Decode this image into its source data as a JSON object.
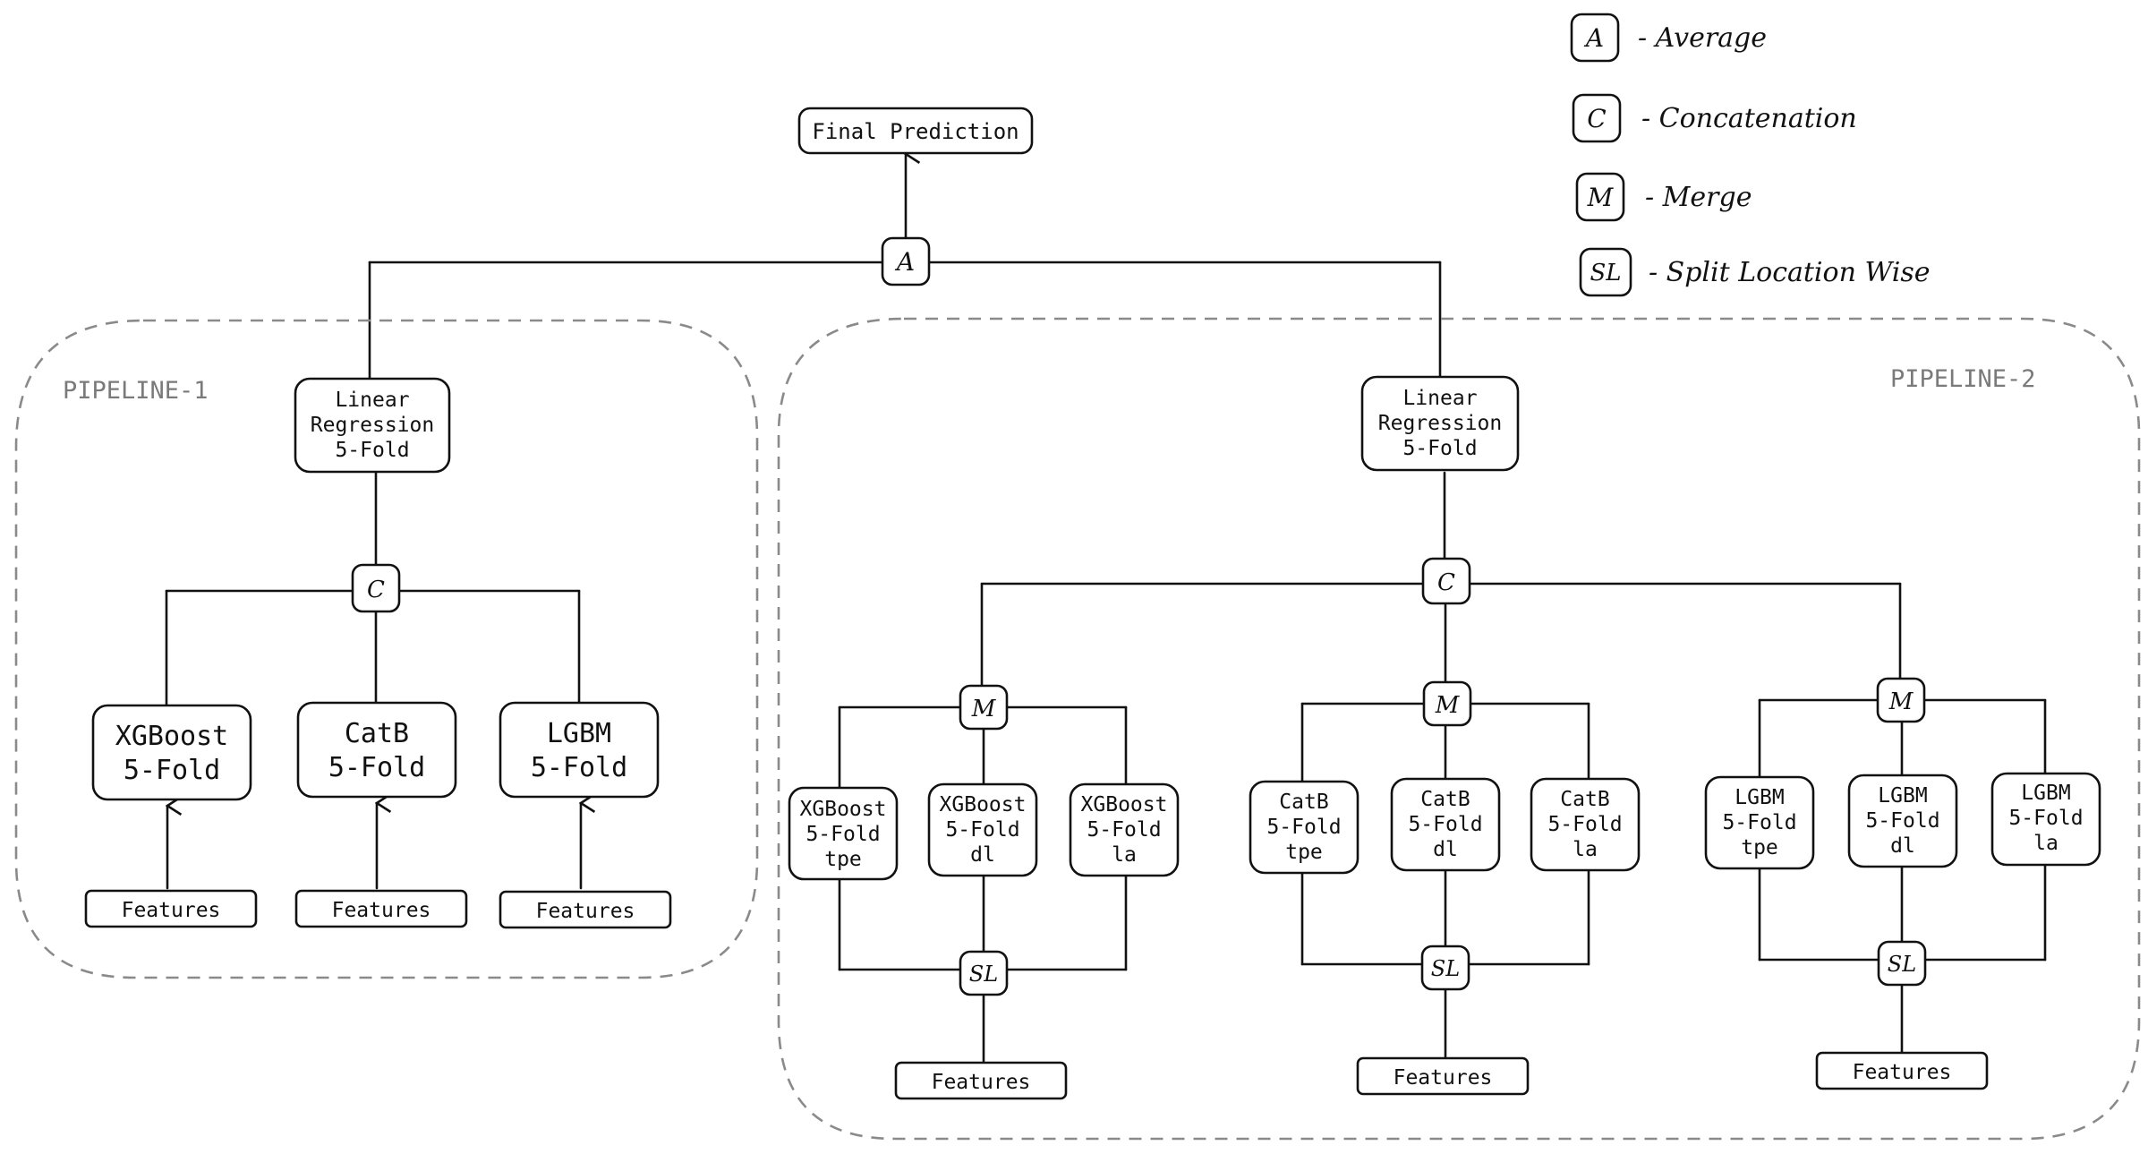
{
  "legend": {
    "items": [
      {
        "symbol": "A",
        "label": "- Average"
      },
      {
        "symbol": "C",
        "label": "- Concatenation"
      },
      {
        "symbol": "M",
        "label": "- Merge"
      },
      {
        "symbol": "SL",
        "label": "- Split Location Wise"
      }
    ]
  },
  "final": {
    "label": "Final Prediction"
  },
  "average_node": "A",
  "pipeline1": {
    "title": "PIPELINE-1",
    "lr": [
      "Linear",
      "Regression",
      "5-Fold"
    ],
    "concat": "C",
    "models": [
      {
        "l1": "XGBoost",
        "l2": "5-Fold",
        "features": "Features"
      },
      {
        "l1": "CatB",
        "l2": "5-Fold",
        "features": "Features"
      },
      {
        "l1": "LGBM",
        "l2": "5-Fold",
        "features": "Features"
      }
    ]
  },
  "pipeline2": {
    "title": "PIPELINE-2",
    "lr": [
      "Linear",
      "Regression",
      "5-Fold"
    ],
    "concat": "C",
    "groups": [
      {
        "merge": "M",
        "split": "SL",
        "features": "Features",
        "models": [
          [
            "XGBoost",
            "5-Fold",
            "tpe"
          ],
          [
            "XGBoost",
            "5-Fold",
            "dl"
          ],
          [
            "XGBoost",
            "5-Fold",
            "la"
          ]
        ]
      },
      {
        "merge": "M",
        "split": "SL",
        "features": "Features",
        "models": [
          [
            "CatB",
            "5-Fold",
            "tpe"
          ],
          [
            "CatB",
            "5-Fold",
            "dl"
          ],
          [
            "CatB",
            "5-Fold",
            "la"
          ]
        ]
      },
      {
        "merge": "M",
        "split": "SL",
        "features": "Features",
        "models": [
          [
            "LGBM",
            "5-Fold",
            "tpe"
          ],
          [
            "LGBM",
            "5-Fold",
            "dl"
          ],
          [
            "LGBM",
            "5-Fold",
            "la"
          ]
        ]
      }
    ]
  }
}
